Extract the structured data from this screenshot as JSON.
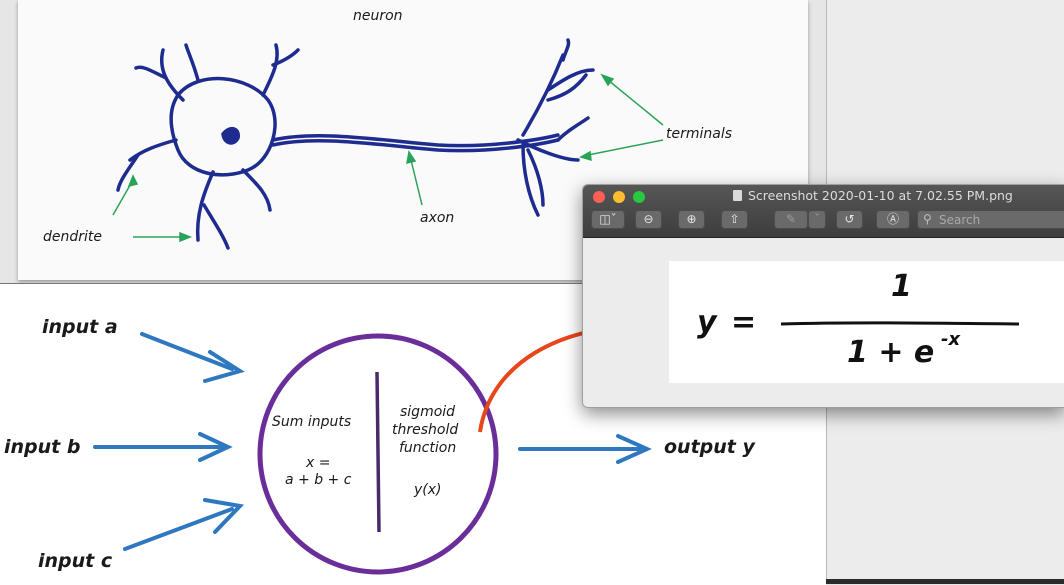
{
  "neuron_diagram": {
    "title": "neuron",
    "labels": {
      "dendrite": "dendrite",
      "axon": "axon",
      "terminals": "terminals"
    },
    "ink_color": "#1e2b8f",
    "arrow_color": "#2aa35a"
  },
  "perceptron_diagram": {
    "inputs": [
      "input a",
      "input b",
      "input c"
    ],
    "left_half": {
      "title": "Sum inputs",
      "formula_line1": "x =",
      "formula_line2": "a + b + c"
    },
    "right_half": {
      "line1": "sigmoid",
      "line2": "threshold",
      "line3": "function",
      "expr": "y(x)"
    },
    "output": "output y",
    "arrow_color": "#2f78c0",
    "circle_color": "#6a2e9a",
    "curve_color": "#e8461b"
  },
  "preview_window": {
    "title": "Screenshot 2020-01-10 at 7.02.55 PM.png",
    "toolbar": {
      "sidebar_icon": "sidebar-icon",
      "zoom_out_icon": "zoom-out-icon",
      "zoom_in_icon": "zoom-in-icon",
      "share_icon": "share-icon",
      "markup_icon": "markup-pen-icon",
      "rotate_icon": "rotate-icon",
      "annotate_icon": "annotate-icon"
    },
    "search": {
      "placeholder": "Search"
    },
    "formula": {
      "lhs": "y",
      "eq": "=",
      "numerator": "1",
      "denominator": "1 + e",
      "exponent": "-x"
    }
  }
}
